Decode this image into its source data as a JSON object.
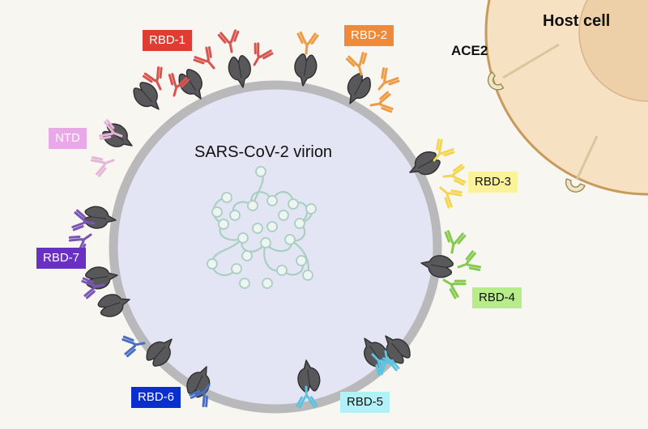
{
  "labels": {
    "host_cell": "Host cell",
    "ace2": "ACE2",
    "virion": "SARS-CoV-2 virion"
  },
  "epitope_labels": [
    {
      "key": "rbd1",
      "text": "RBD-1",
      "bg": "#e03c31",
      "fg": "#ffffff",
      "antibody_color": "#d9534f"
    },
    {
      "key": "rbd2",
      "text": "RBD-2",
      "bg": "#ef8a3a",
      "fg": "#ffffff",
      "antibody_color": "#ef9a45"
    },
    {
      "key": "rbd3",
      "text": "RBD-3",
      "bg": "#fbf29a",
      "fg": "#111111",
      "antibody_color": "#f2d652"
    },
    {
      "key": "rbd4",
      "text": "RBD-4",
      "bg": "#b8ec8a",
      "fg": "#111111",
      "antibody_color": "#86c94f"
    },
    {
      "key": "rbd5",
      "text": "RBD-5",
      "bg": "#b3f1f8",
      "fg": "#111111",
      "antibody_color": "#5ec3df"
    },
    {
      "key": "rbd6",
      "text": "RBD-6",
      "bg": "#0b2ecf",
      "fg": "#ffffff",
      "antibody_color": "#4a6fc1"
    },
    {
      "key": "rbd7",
      "text": "RBD-7",
      "bg": "#6a2fc3",
      "fg": "#ffffff",
      "antibody_color": "#7b55b5"
    },
    {
      "key": "ntd",
      "text": "NTD",
      "bg": "#e9a8e8",
      "fg": "#ffffff",
      "antibody_color": "#e7b5d8"
    }
  ],
  "colors": {
    "background": "#f7f6f1",
    "virion_fill": "#e3e5f4",
    "membrane": "#b9b9bb",
    "spike": "#5a5a5c",
    "rna": "#a9cfc0",
    "host_cell_outer": "#f6e1c3",
    "host_cell_inner": "#edd0a8",
    "host_cell_border": "#c79a5c",
    "ace2": "#efe6c8"
  },
  "icons": [
    "spike-protein-icon",
    "antibody-icon",
    "ace2-receptor-icon",
    "rna-genome-icon"
  ]
}
